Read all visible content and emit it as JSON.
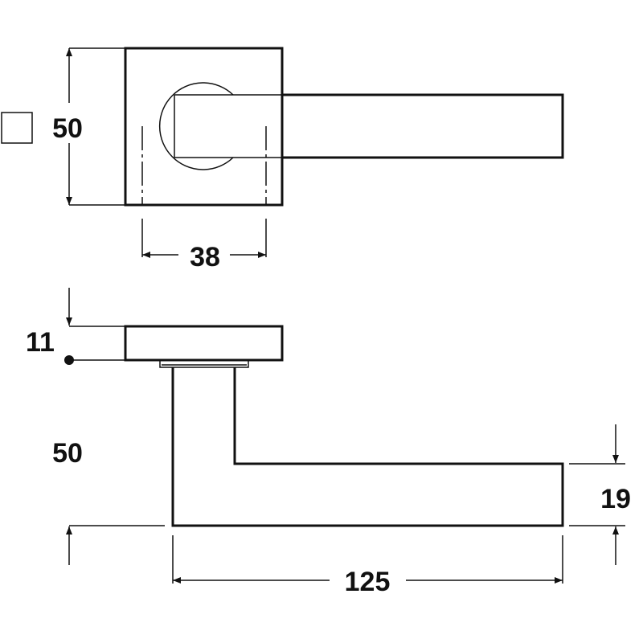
{
  "front_view": {
    "square_symbol": "square-rose-symbol",
    "height_label": "50",
    "spindle_spacing_label": "38"
  },
  "side_view": {
    "rose_thickness_label": "11",
    "projection_label": "50",
    "lever_height_label": "19",
    "lever_length_label": "125"
  }
}
